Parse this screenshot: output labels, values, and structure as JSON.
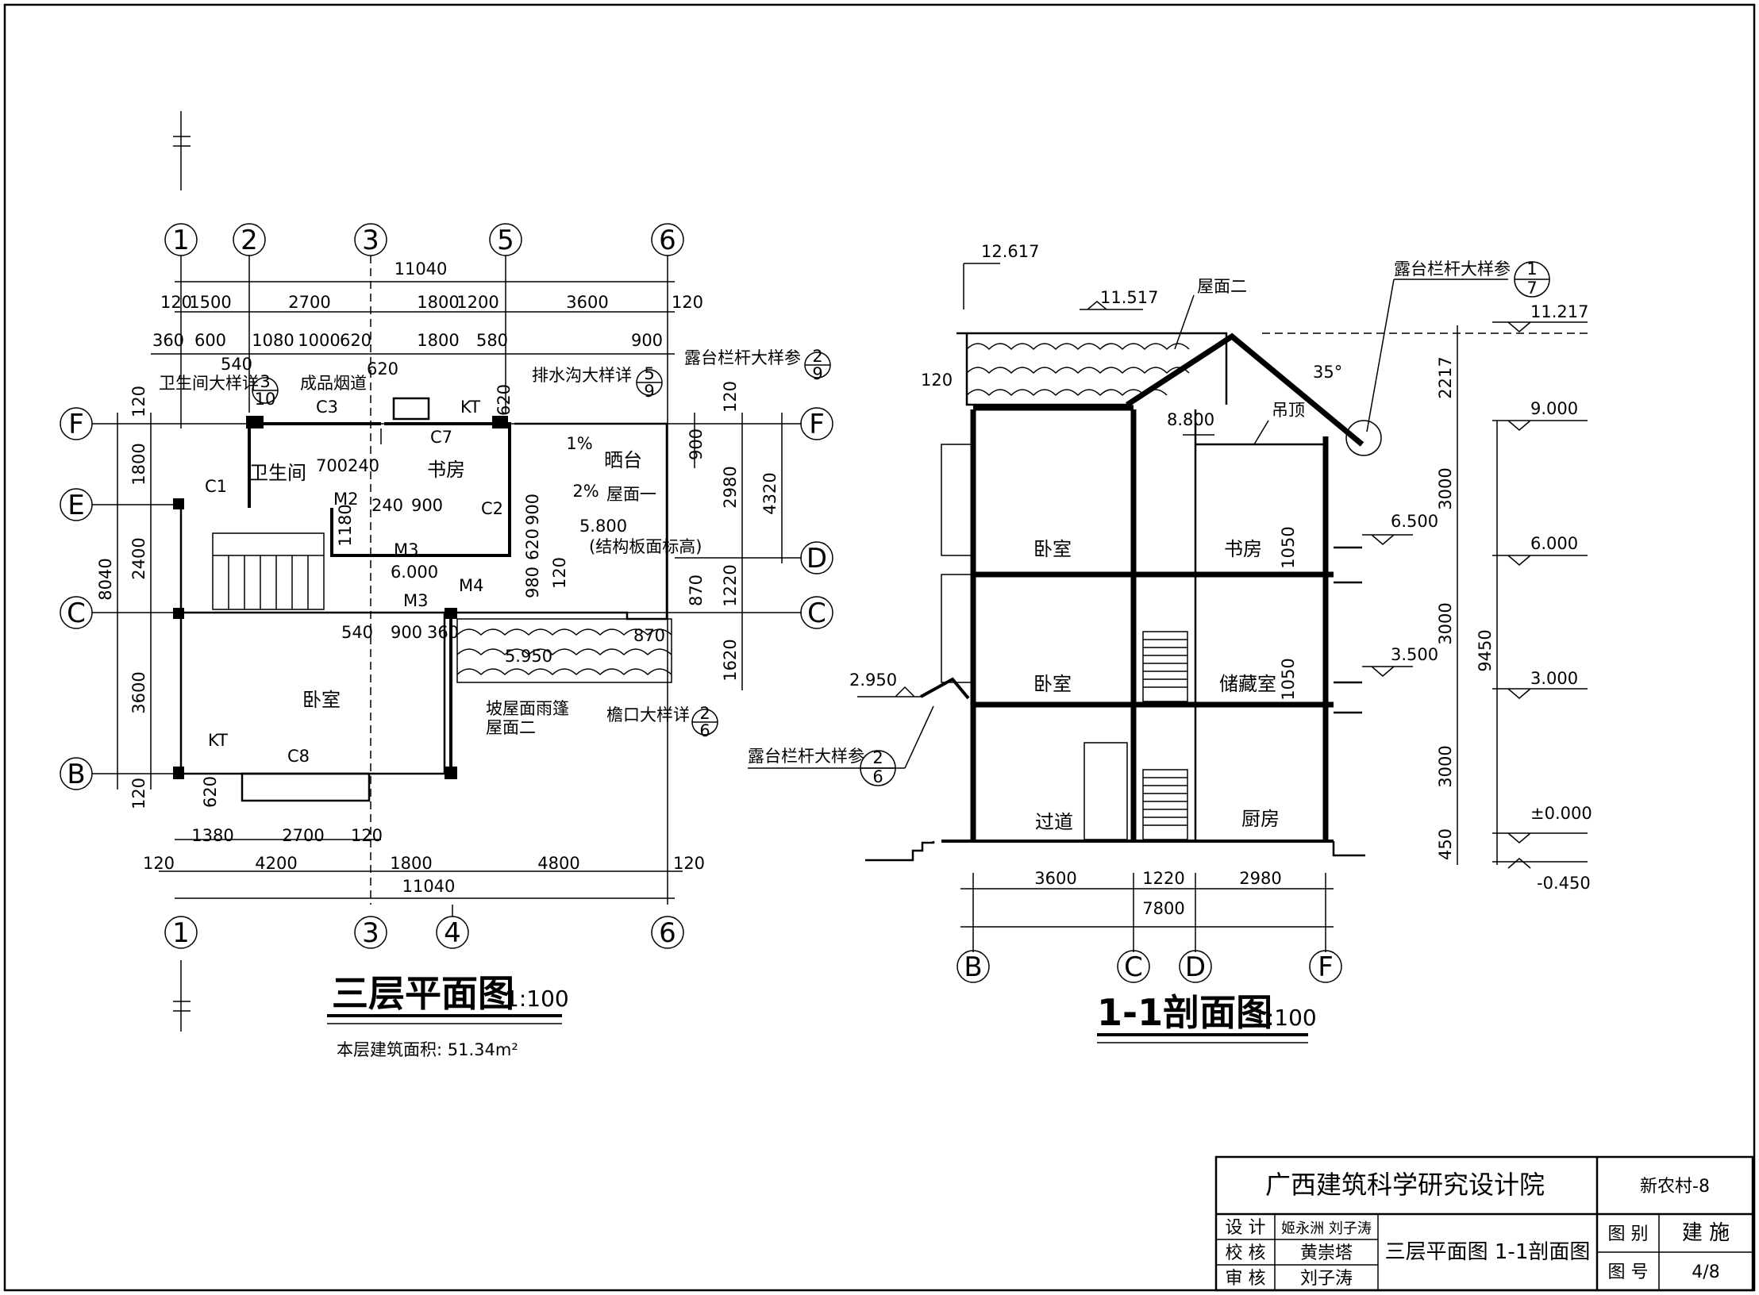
{
  "plan": {
    "title": "三层平面图",
    "scale": "1:100",
    "area_note": "本层建筑面积: 51.34m²",
    "axes_top": [
      "1",
      "2",
      "3",
      "5",
      "6"
    ],
    "axes_bottom": [
      "1",
      "3",
      "4",
      "6"
    ],
    "axes_left": [
      "F",
      "E",
      "C",
      "B"
    ],
    "axes_right": [
      "F",
      "D",
      "C"
    ],
    "dims_top_total": "11040",
    "dims_top_row1": [
      "120",
      "1500",
      "2700",
      "1800",
      "1200",
      "3600",
      "120"
    ],
    "dims_top_row2": [
      "360",
      "600",
      "1080",
      "1000",
      "620",
      "1800",
      "580",
      "900"
    ],
    "dims_bottom_row1": [
      "1380",
      "2700",
      "120"
    ],
    "dims_bottom_row2": [
      "120",
      "4200",
      "1800",
      "4800",
      "120"
    ],
    "dims_bottom_total": "11040",
    "dims_left": [
      "120",
      "1800",
      "2400",
      "3600",
      "120"
    ],
    "dims_left_total": "8040",
    "dims_right": [
      "120",
      "2980",
      "1220",
      "1620"
    ],
    "dims_right_total": "4320",
    "rooms": [
      "卫生间",
      "书房",
      "晒台",
      "卧室"
    ],
    "annotations": {
      "bath_detail": "卫生间大样详",
      "flue": "成品烟道",
      "drain_detail": "排水沟大样详",
      "rail_detail": "露台栏杆大样参",
      "slope_roof": "坡屋面雨篷",
      "roof2": "屋面二",
      "roof1": "屋面一",
      "eave_detail": "檐口大样详",
      "slab_note": "(结构板面标高)"
    },
    "detail_refs": {
      "bath": {
        "num": "3",
        "sheet": "10"
      },
      "drain": {
        "num": "5",
        "sheet": "9"
      },
      "rail": {
        "num": "2",
        "sheet": "9"
      },
      "eave": {
        "num": "2",
        "sheet": "6"
      }
    },
    "misc": {
      "w540": "540",
      "w620": "620",
      "w700": "700",
      "w240a": "240",
      "w240b": "240",
      "w900a": "900",
      "w1180": "1180",
      "w900b": "900",
      "w620b": "620",
      "w980": "980",
      "w120": "120",
      "w540b": "540",
      "w900c": "900",
      "w360": "360",
      "w870": "870",
      "w870b": "870",
      "w620c": "620",
      "w620d": "620",
      "w900d": "900",
      "slope1": "1%",
      "slope2": "2%",
      "elev_58": "5.800",
      "elev_60": "6.000",
      "elev_5950": "5.950",
      "c1": "C1",
      "c2": "C2",
      "c3": "C3",
      "c7": "C7",
      "c8": "C8",
      "kt1": "KT",
      "kt2": "KT",
      "m2": "M2",
      "m3a": "M3",
      "m3b": "M3",
      "m4": "M4"
    }
  },
  "section": {
    "title": "1-1剖面图",
    "scale": "1:100",
    "axes": [
      "B",
      "C",
      "D",
      "F"
    ],
    "dims_bottom": [
      "3600",
      "1220",
      "2980"
    ],
    "dims_total": "7800",
    "elevations_left": [
      "12.617",
      "11.517",
      "2.950"
    ],
    "elevations_right": [
      "11.217",
      "9.000",
      "6.500",
      "6.000",
      "3.500",
      "3.000",
      "±0.000",
      "-0.450"
    ],
    "elev_8800": "8.800",
    "dims_right_col": [
      "2217",
      "3000",
      "3000",
      "3000",
      "450"
    ],
    "dims_right_total": "9450",
    "rooms": [
      "卧室",
      "书房",
      "卧室",
      "储藏室",
      "过道",
      "厨房"
    ],
    "labels": {
      "roof2": "屋面二",
      "ceiling": "吊顶",
      "rail_detail_top": "露台栏杆大样参",
      "rail_detail_bottom": "露台栏杆大样参",
      "angle": "35°",
      "d120": "120",
      "h1050a": "1050",
      "h1050b": "1050"
    },
    "detail_refs": {
      "top": {
        "num": "1",
        "sheet": "7"
      },
      "bottom": {
        "num": "2",
        "sheet": "6"
      }
    }
  },
  "title_block": {
    "institute": "广西建筑科学研究设计院",
    "project": "新农村-8",
    "design_label": "设 计",
    "design_names": "姬永洲  刘子涛",
    "check_label": "校 核",
    "check_name": "黄崇塔",
    "review_label": "审 核",
    "review_name": "刘子涛",
    "drawing_name": "三层平面图  1-1剖面图",
    "category_label": "图 别",
    "category_value": "建 施",
    "number_label": "图 号",
    "number_value": "4/8"
  }
}
